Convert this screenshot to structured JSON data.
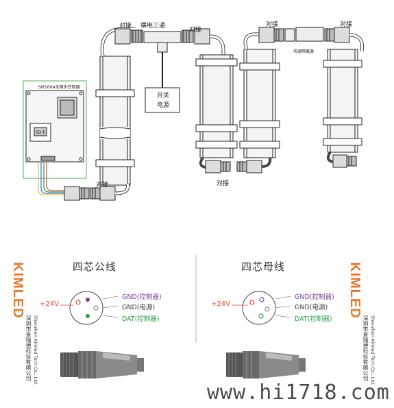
{
  "top_diagram": {
    "labels": {
      "connect_1": "对接",
      "connect_2": "对接",
      "connect_3": "对接",
      "connect_4": "对接",
      "connect_5": "对接",
      "connect_6": "对接",
      "tee": "横电三通",
      "power_box_line1": "开关",
      "power_box_line2": "电源",
      "end_block": "电源隔离器",
      "controller_title": "SM160A全网步控制器",
      "sd_card": "SD卡"
    }
  },
  "male_cable": {
    "title": "四芯公线",
    "plus24": "+24V",
    "pin_gnd_ctrl": "GND(控制器)",
    "pin_gnd_power": "GND(电源)",
    "pin_dat": "DAT(控制器)",
    "colors": {
      "gnd_ctrl": "#7a3fa0",
      "gnd_power": "#555555",
      "dat": "#2a9a4a",
      "plus24": "#e8433a"
    }
  },
  "female_cable": {
    "title": "四芯母线",
    "plus24": "+24V",
    "pin_gnd_ctrl": "GND(控制器)",
    "pin_gnd_power": "GND(电源)",
    "pin_dat": "DAT(控制器)"
  },
  "brand": {
    "name": "KIMLED",
    "chinese": "深圳市景瑞德科技有限公司",
    "english": "Shenzhen Kimled Tech Co., Ltd.",
    "color": "#e8782a"
  },
  "watermark": "www.hi1718.com"
}
